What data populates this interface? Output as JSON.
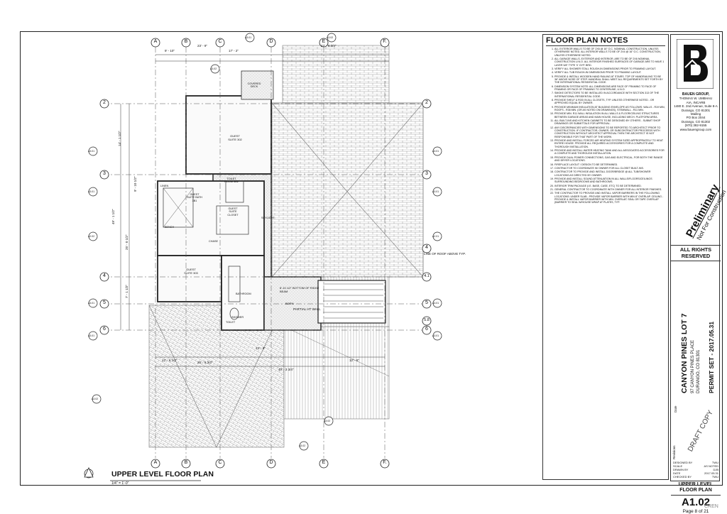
{
  "plan": {
    "title": "UPPER LEVEL FLOOR PLAN",
    "scale": "1/4\" = 1'-0\"",
    "grid_columns": [
      "A",
      "B",
      "C",
      "D",
      "E",
      "F."
    ],
    "grid_rows": [
      "2",
      "3",
      "4",
      "5",
      "6"
    ],
    "grid_rows_right": [
      "2",
      "3",
      "4",
      "4.1",
      "5",
      "5.8",
      "6"
    ],
    "rooms": [
      {
        "label": "GUEST SUITE 302"
      },
      {
        "label": "TOILET ROOM 3B2"
      },
      {
        "label": "GUEST SUITE BATH 3B1"
      },
      {
        "label": "GUEST SUITE CLOSET"
      },
      {
        "label": "GUEST SUITE 303"
      },
      {
        "label": "BATHROOM"
      },
      {
        "label": "BENCH"
      },
      {
        "label": "LINEN"
      },
      {
        "label": "CHASE"
      },
      {
        "label": "SHOWER"
      },
      {
        "label": "TOILET"
      },
      {
        "label": "SKYLIGHT"
      },
      {
        "label": "COVERED DECK"
      }
    ],
    "annotations": [
      {
        "text": "LINE OF ROOF ABOVE TYP."
      },
      {
        "text": "PARTIAL HT WALL"
      },
      {
        "text": "8'-10 1/2\" BOTTOM OF RIDGE BEAM"
      },
      {
        "text": "BORN"
      }
    ],
    "dims_top": [
      "9' - 10\"",
      "23' - 9\"",
      "17' - 2\"",
      "22' - 6 3/4\""
    ],
    "dims_bottom": [
      "12' - 6 1/2\"",
      "26' - 5 3/4\"",
      "40' - 3 3/4\"",
      "12' - 9\"",
      "12' - 6\""
    ],
    "dims_left": [
      "14' - 1 1/2\"",
      "49' - 1 1/2\"",
      "25' - 0 1/2\"",
      "7' - 1 1/2\"",
      "9' - 10 1/2\""
    ],
    "section_tags": [
      "A3.01",
      "A3.02",
      "A2.02",
      "A2.01"
    ]
  },
  "notes": {
    "heading": "FLOOR PLAN NOTES",
    "items": [
      "ALL EXTERIOR WALLS TO BE OF 2X6 @ 16\" O.C. NOMINAL CONSTRUCTION, UNLESS OTHERWISE NOTED. ALL INTERIOR WALLS TO BE OF 2X4 @ 16\" O.C. CONSTRUCTION, UNLESS OTHERWISE NOTED.",
      "ALL GARAGE WALLS, EXTERIOR AND INTERIOR, ARE TO BE OF 2X6 NOMINAL CONSTRUCTION U.N.O. ALL INTERIOR FINISHED SURFACES OF GARAGE ARE TO HAVE 1 LAYER 5/8\" TYPE 'X' GYP. BRD.",
      "VERIFY ALL SHOWER STALL ROUGH-IN DIMENSIONS PRIOR TO FRAMING LAYOUT.",
      "VERIFY ALL TUB ROUGH-IN DIMENSIONS PRIOR TO FRAMING LAYOUT.",
      "PROVIDE & INSTALL WOODEN HAND RAILING AT STAIRS. TOP OF HANDRAILING TO BE 36\" ABOVE NOSE OF STEP. HANDRAIL SHALL MEET ALL REQUIREMENTS SET FORTH BY THE INTERNATIONAL RESIDENTIAL CODE.",
      "DIMENSION SYSTEM NOTE: ALL DIMENSIONS ARE FACE OF FRAMING TO FACE OF FRAMING OR FACE OF FRAMING TO CENTERLINE, U.N.O.",
      "SMOKE DETECTORS TO BE INSTALLED IN ACCORDANCE WITH SECTION 313 OF THE INTERNATIONAL RESIDENTIAL CODE.",
      "PROVIDE SHELF & ROD IN ALL CLOSETS, TYP. UNLESS OTHERWISE NOTED - OR APPROVED EQUAL BY OWNER.",
      "PROVIDE MINIMUM INSULATION AT BUILDING ENVELOPE AS FOLLOWS: WALLS - R19 MIN, ROOFS - R38 MIN. (OR AS NOTED ON DRAWINGS), STEMWALL - R11 MIN.",
      "PROVIDE MIN. R11 WALL INSULATION IN ALL WALLS & FLOOR/CEILING STRUCTURES BETWEEN GARAGE AREAS AND MAIN HOUSE, INCLUDING MECH. PLATFORM AREA.",
      "ALL BUILT-INS AND KITCHEN CABINETS TO BE DESIGNED BY OTHERS - SUBMIT SHOP DRAWINGS OR SUBMITTALS FOR APPROVAL.",
      "ANY DISCREPANCIES WITH DIMENSIONS TO BE REPORTED TO ARCHITECT PRIOR TO CONSTRUCTION. IF CONTRACTOR, OWNER, OR SUBCONTRACTOR PROCEEDS WITH CONSTRUCTION WITHOUT ARCHITECT APPROVAL THEN THE ARCHITECT IS NOT RESPONSIBLE FOR THAT PART OF THE WORK.",
      "PROVIDE AND INSTALL FORCED AIR HEATING SYSTEM SIZED APPROPRIATELY TO HEAT ENTIRE HOUSE. PROVIDE ALL REQUIRED ACCESSORIES FOR A COMPLETE AND THOROUGH INSTALLATION.",
      "PROVIDE AND INSTALL WATER HEATING TANK AND ALL ASSOCIATED ACCESSORIES FOR A COMPLETE AND THOROUGH INSTALLATION.",
      "PROVIDE DUAL POWER CONNECTIONS, GAS AND ELECTRICAL, FOR BOTH THE RANGE AND DRYER LOCATIONS.",
      "FIREPLACE LAYOUT / DESIGN TO BE DETERMINED.",
      "CONTRACTOR TO COORDINATE W/ OWNER FOR ALL CLOSET BUILT-INS.",
      "CONTRACTOR TO PROVIDE AND INSTALL DOOR/BRIDGE @ ALL TUB/SHOWER LOCATIONS AS DIRECTED BY OWNER.",
      "PROVIDE AND INSTALL SOUND ATTENUATION IN ALL WALLS/FLOORS/CEILINGS SURROUNDING BEDROOMS AND BATHROOMS.",
      "INTERIOR TRIM PACKAGE (i.e. BASE, CASE, ETC) TO BE DETERMINED.",
      "GENERAL CONTRACTOR TO COORDINATE WITH OWNER FOR ALL INTERIOR FINISHES.",
      "THE CONTRACTOR TO PROVIDE AND INSTALL VAPOR BARRIERS IN THE FOLLOWING LOCATIONS: UNDER SLAB - PROVIDE VAPOR BARRIER WITH MIN 8\" OVERLAP. CEILING - PROVIDE & INSTALL VAPOR BARRIER WITH MIN. OVERLAP, SEAL OR TAPE OVERLAP (BARRIER TO SEAL W/HOUSE WRAP AT PLATES, TYP."
    ]
  },
  "titleblock": {
    "firm_name": "BAUEN GROUP,",
    "firm_lines": [
      "THOMAS W. UMBHAU",
      "AIA, INCARB",
      "1480 E. 2nd Avenue, Suite 8-A",
      "Durango, CO 81301",
      "Mailing",
      "PO Box 2044",
      "Durango, CO 81302",
      "(970) 382-9155",
      "www.bauengroup.com"
    ],
    "stamp_line1": "Preliminary",
    "stamp_line2": "Not For Construction",
    "rights": "ALL RIGHTS RESERVED",
    "project_name": "CANYON PINES LOT 7",
    "project_addr1": "97 CANYON PINES PLACE",
    "project_addr2": "DURANGO, CO 81301",
    "permit": "PERMIT SET - 2017.05.31",
    "draft": "DRAFT COPY",
    "revisions_label": "Revisions",
    "date_label": "Date",
    "meta": [
      {
        "k": "DESIGNED BY",
        "v": "TWU"
      },
      {
        "k": "SCALE",
        "v": "AS NOTED"
      },
      {
        "k": "DRAWN BY",
        "v": "DJB"
      },
      {
        "k": "DATE",
        "v": "2017.05.31"
      },
      {
        "k": "CHECKED BY",
        "v": "TWU"
      }
    ],
    "sheet_title": "UPPER LEVEL FLOOR PLAN",
    "sheet_number": "A1.02",
    "page": "Page 8 of 21"
  },
  "watermark": "CREN",
  "colors": {
    "line": "#222222",
    "hatch": "#8a8a8a",
    "light": "#bdbdbd"
  }
}
